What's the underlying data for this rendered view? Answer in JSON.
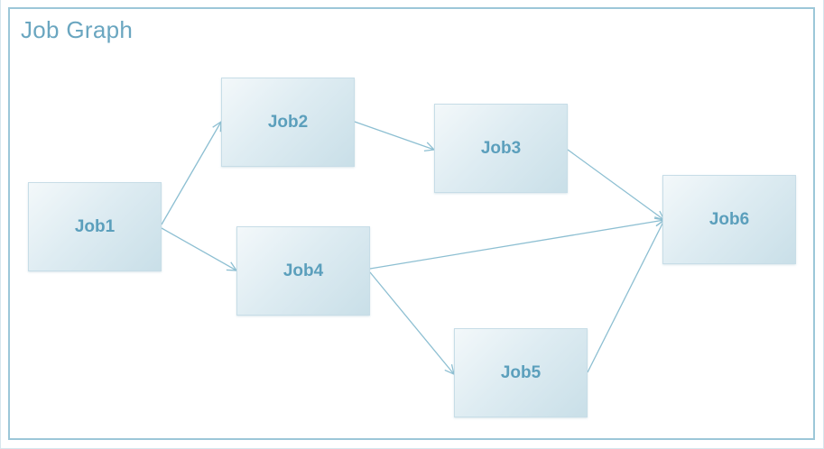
{
  "title": "Job Graph",
  "colors": {
    "accent": "#6aa6c0",
    "node_text": "#5b9fbc",
    "edge": "#8dbfd2",
    "border": "#9cc7d8"
  },
  "nodes": [
    {
      "id": "job1",
      "label": "Job1"
    },
    {
      "id": "job2",
      "label": "Job2"
    },
    {
      "id": "job3",
      "label": "Job3"
    },
    {
      "id": "job4",
      "label": "Job4"
    },
    {
      "id": "job5",
      "label": "Job5"
    },
    {
      "id": "job6",
      "label": "Job6"
    }
  ],
  "edges": [
    {
      "from": "job1",
      "to": "job2"
    },
    {
      "from": "job1",
      "to": "job4"
    },
    {
      "from": "job2",
      "to": "job3"
    },
    {
      "from": "job3",
      "to": "job6"
    },
    {
      "from": "job4",
      "to": "job6"
    },
    {
      "from": "job4",
      "to": "job5"
    },
    {
      "from": "job5",
      "to": "job6"
    }
  ]
}
